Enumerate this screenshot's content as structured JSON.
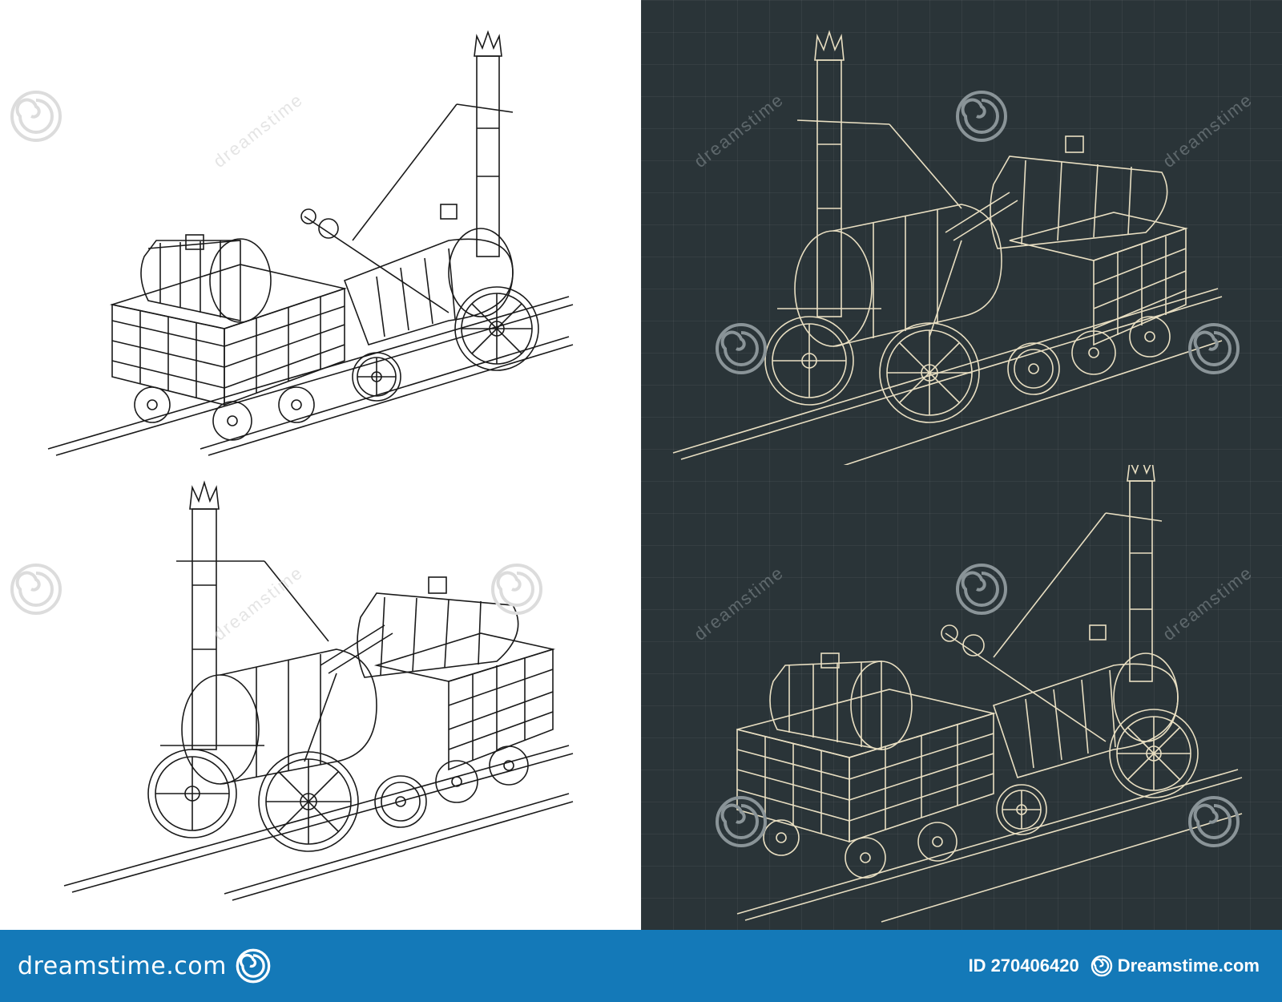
{
  "colors": {
    "left_background": "#ffffff",
    "right_background": "#2a3438",
    "line_dark": "#1a1a1a",
    "line_light": "#e9dfc2",
    "footer": "#1479b8",
    "footer_text": "#ffffff"
  },
  "watermark": {
    "text": "dreamstime",
    "icon": "spiral-logo-icon"
  },
  "footer": {
    "brand": "dreamstime.com",
    "id_prefix": "ID",
    "id_value": "270406420",
    "site": "Dreamstime.com"
  },
  "drawings": [
    {
      "name": "locomotive-white-rear-view",
      "style": "dark-lines-on-white"
    },
    {
      "name": "locomotive-white-front-view",
      "style": "dark-lines-on-white"
    },
    {
      "name": "locomotive-blueprint-front-view",
      "style": "light-lines-on-dark"
    },
    {
      "name": "locomotive-blueprint-rear-view",
      "style": "light-lines-on-dark"
    }
  ]
}
